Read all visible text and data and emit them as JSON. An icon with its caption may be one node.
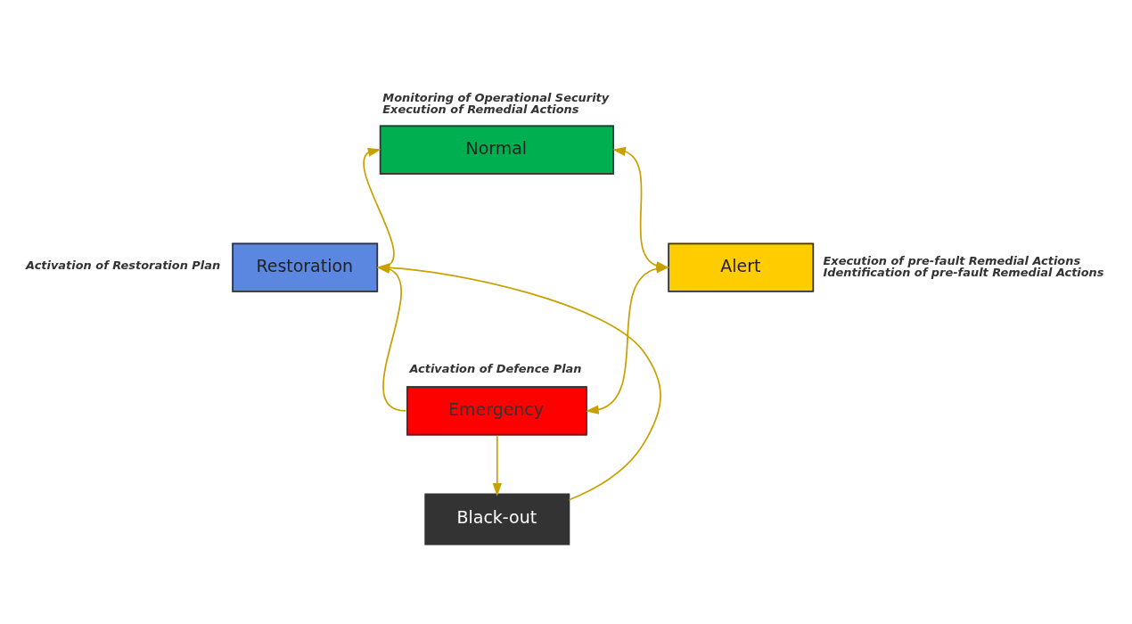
{
  "diagram": {
    "nodes": [
      {
        "text": [
          "Normal"
        ],
        "beside": [
          "Monitoring of Operational Security",
          "Execution of Remedial Actions"
        ]
      },
      {
        "text": [
          "Alert"
        ],
        "beside": [
          "Execution of pre-fault Remedial Actions",
          "Identification of pre-fault Remedial Actions"
        ]
      },
      {
        "text": [
          "Emergency"
        ],
        "beside": [
          "Activation of Defence Plan"
        ]
      },
      {
        "text": [
          "Black-out"
        ]
      },
      {
        "text": [
          "Restoration"
        ],
        "beside": [
          "Activation of Restoration Plan"
        ]
      }
    ],
    "edges": [
      {
        "from": 0,
        "to": 1,
        "arrow": "both"
      },
      {
        "from": 1,
        "to": 2,
        "arrow": "both"
      },
      {
        "from": 2,
        "to": 3,
        "arrow": "to"
      },
      {
        "from": 2,
        "to": 4,
        "arrow": "to"
      },
      {
        "from": 3,
        "to": 4,
        "arrow": "to"
      },
      {
        "from": 4,
        "to": 0,
        "arrow": "to"
      }
    ]
  }
}
